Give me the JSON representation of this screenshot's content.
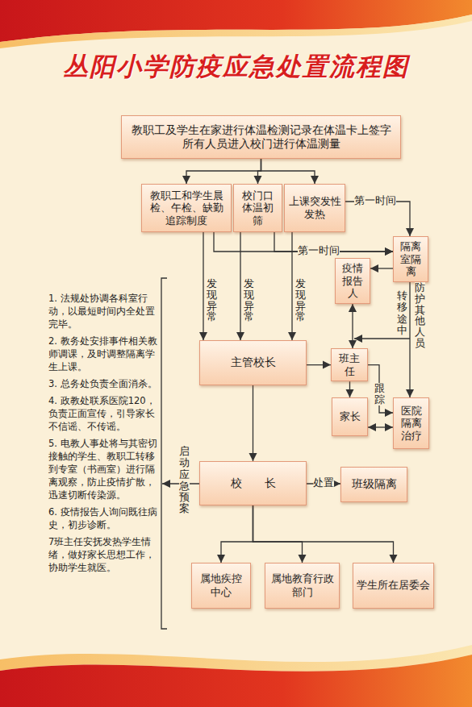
{
  "diagram": {
    "title": "丛阳小学防疫应急处置流程图",
    "nodes": [
      {
        "text": [
          "教职工及学生在家进行体温检测记录在体温卡上签字 所有人员进入校门进行体温测量"
        ]
      },
      {
        "text": [
          "教职工和学生晨检、午检、缺勤追踪制度"
        ]
      },
      {
        "text": [
          "校门口体温初筛"
        ]
      },
      {
        "text": [
          "上课突发性发热"
        ]
      },
      {
        "text": [
          "隔离室隔离"
        ]
      },
      {
        "text": [
          "疫情报告人"
        ]
      },
      {
        "text": [
          "主管校长"
        ]
      },
      {
        "text": [
          "班主任"
        ]
      },
      {
        "text": [
          "家长"
        ]
      },
      {
        "text": [
          "医院隔离治疗"
        ]
      },
      {
        "text": [
          "校　　长"
        ]
      },
      {
        "text": [
          "班级隔离"
        ]
      },
      {
        "text": [
          "属地疾控中心"
        ]
      },
      {
        "text": [
          "属地教育行政部门"
        ]
      },
      {
        "text": [
          "学生所在居委会"
        ]
      }
    ],
    "edges": [
      {
        "from": 0,
        "to": 1,
        "arrow": "to"
      },
      {
        "from": 0,
        "to": 2,
        "arrow": "to"
      },
      {
        "from": 0,
        "to": 3,
        "arrow": "to"
      },
      {
        "from": 1,
        "to": 6,
        "label": "发现异常",
        "arrow": "to"
      },
      {
        "from": 2,
        "to": 6,
        "label": "发现异常",
        "arrow": "to"
      },
      {
        "from": 3,
        "to": 6,
        "label": "发现异常",
        "arrow": "to"
      },
      {
        "from": 3,
        "to": 4,
        "label": "第一时间",
        "arrow": "to"
      },
      {
        "from": 1,
        "to": 4,
        "arrow": "to"
      },
      {
        "from": 2,
        "to": 4,
        "label": "第一时间",
        "arrow": "to"
      },
      {
        "from": 4,
        "to": 5,
        "arrow": "to"
      },
      {
        "from": 5,
        "to": 7,
        "arrow": "both"
      },
      {
        "from": 6,
        "to": 7,
        "arrow": "to"
      },
      {
        "from": 4,
        "to": 9,
        "label": "防护其他人员",
        "arrow": "to"
      },
      {
        "from": 7,
        "to": 8,
        "arrow": "to"
      },
      {
        "from": 7,
        "to": 9,
        "label": "跟踪",
        "arrow": "to"
      },
      {
        "from": 8,
        "to": 9,
        "arrow": "both"
      },
      {
        "from": 6,
        "to": 10,
        "arrow": "to"
      },
      {
        "from": 10,
        "to": 11,
        "label": "处置",
        "arrow": "to"
      },
      {
        "from": 10,
        "to": 12,
        "arrow": "to"
      },
      {
        "from": 10,
        "to": 13,
        "arrow": "to"
      },
      {
        "from": 10,
        "to": 14,
        "arrow": "to"
      }
    ],
    "labels": [
      "1. 法规处协调各科室行动，以最短时间内全处置完毕。",
      "2. 教务处安排事件相关教师调课，及时调整隔离学生上课。",
      "3. 总务处负责全面消杀。",
      "4. 政教处联系医院120，负责正面宣传，引导家长不信谣、不传谣。",
      "5. 电教人事处将与其密切接触的学生、教职工转移到专室（书画室）进行隔离观察，防止疫情扩散，迅速切断传染源。",
      "6. 疫情报告人询问既往病史，初步诊断。",
      "7班主任安抚发热学生情绪，做好家长思想工作，协助学生就医。",
      "启动应急预案",
      "转移途中"
    ]
  }
}
